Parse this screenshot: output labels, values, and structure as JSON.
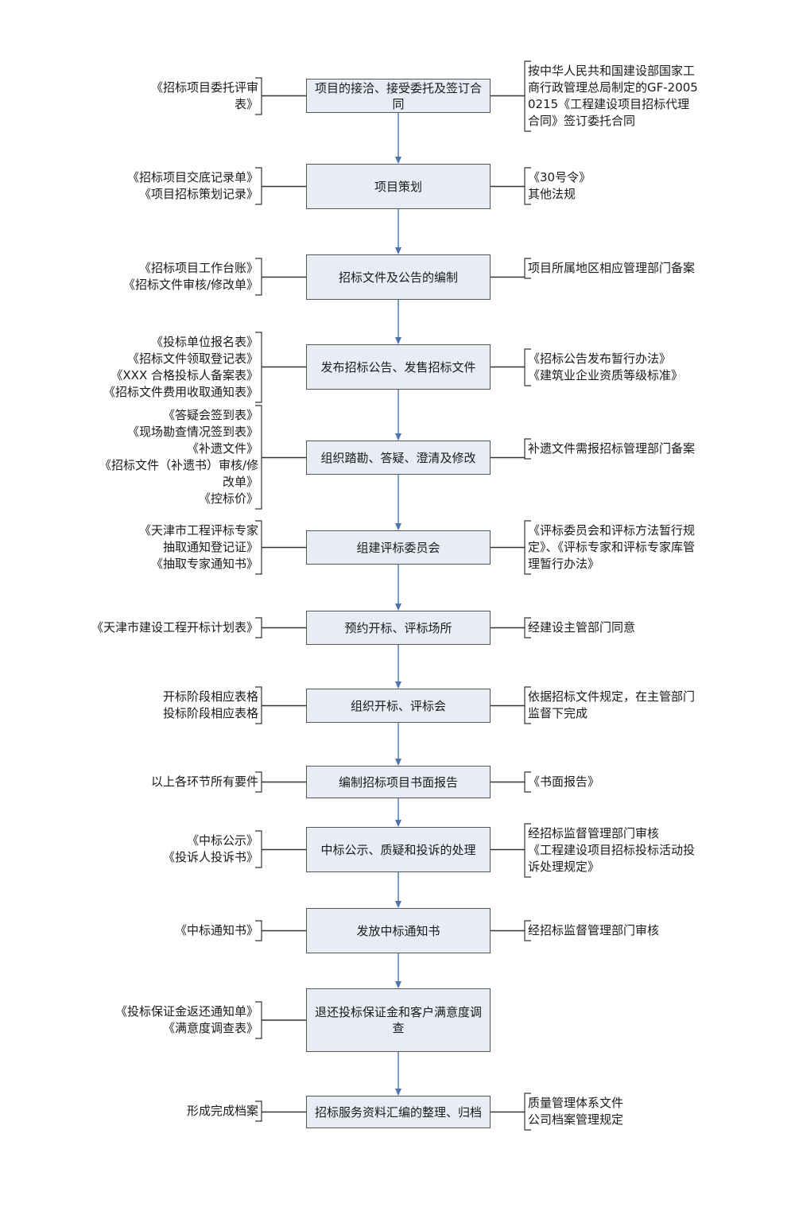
{
  "colors": {
    "box_fill": "#e8ecf5",
    "box_border": "#555555",
    "arrow": "#4a74b0",
    "bracket": "#333333"
  },
  "steps": [
    {
      "label": "项目的接洽、接受委托及签订合同",
      "left": [
        "《招标项目委托评审表》"
      ],
      "right": [
        "按中华人民共和国建设部国家工商行政管理总局制定的GF-20050215《工程建设项目招标代理合同》签订委托合同"
      ]
    },
    {
      "label": "项目策划",
      "left": [
        "《招标项目交底记录单》",
        "《项目招标策划记录》"
      ],
      "right": [
        "《30号令》",
        "其他法规"
      ]
    },
    {
      "label": "招标文件及公告的编制",
      "left": [
        "《招标项目工作台账》",
        "《招标文件审核/修改单》"
      ],
      "right": [
        "项目所属地区相应管理部门备案"
      ]
    },
    {
      "label": "发布招标公告、发售招标文件",
      "left": [
        "《投标单位报名表》",
        "《招标文件领取登记表》",
        "《XXX 合格投标人备案表》",
        "《招标文件费用收取通知表》"
      ],
      "right": [
        "《招标公告发布暂行办法》",
        "《建筑业企业资质等级标准》"
      ]
    },
    {
      "label": "组织踏勘、答疑、澄清及修改",
      "left": [
        "《答疑会签到表》",
        "《现场勘查情况签到表》",
        "《补遗文件》",
        "《招标文件（补遗书）审核/修改单》",
        "《控标价》"
      ],
      "right": [
        "补遗文件需报招标管理部门备案"
      ]
    },
    {
      "label": "组建评标委员会",
      "left": [
        "《天津市工程评标专家抽取通知登记证》",
        "《抽取专家通知书》"
      ],
      "right": [
        "《评标委员会和评标方法暂行规定》、《评标专家和评标专家库管理暂行办法》"
      ]
    },
    {
      "label": "预约开标、评标场所",
      "left": [
        "《天津市建设工程开标计划表》"
      ],
      "right": [
        "经建设主管部门同意"
      ]
    },
    {
      "label": "组织开标、评标会",
      "left": [
        "开标阶段相应表格",
        "投标阶段相应表格"
      ],
      "right": [
        "依据招标文件规定，在主管部门监督下完成"
      ]
    },
    {
      "label": "编制招标项目书面报告",
      "left": [
        "以上各环节所有要件"
      ],
      "right": [
        "《书面报告》"
      ]
    },
    {
      "label": "中标公示、质疑和投诉的处理",
      "left": [
        "《中标公示》",
        "《投诉人投诉书》"
      ],
      "right": [
        "经招标监督管理部门审核",
        "《工程建设项目招标投标活动投诉处理规定》"
      ]
    },
    {
      "label": "发放中标通知书",
      "left": [
        "《中标通知书》"
      ],
      "right": [
        "经招标监督管理部门审核"
      ]
    },
    {
      "label": "退还投标保证金和客户满意度调查",
      "left": [
        "《投标保证金返还通知单》",
        "《满意度调查表》"
      ],
      "right": []
    },
    {
      "label": "招标服务资料汇编的整理、归档",
      "left": [
        "形成完成档案"
      ],
      "right": [
        "质量管理体系文件",
        "公司档案管理规定"
      ]
    }
  ]
}
